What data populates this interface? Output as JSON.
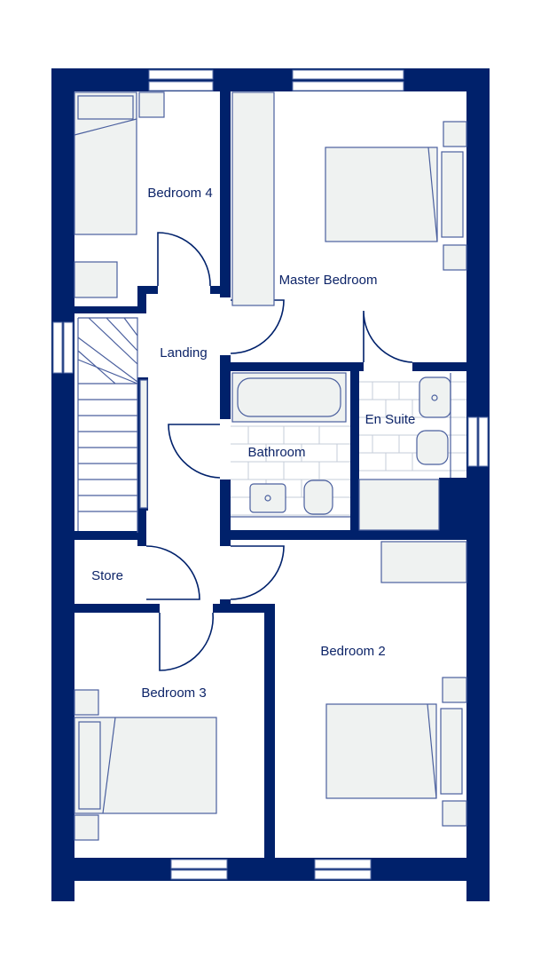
{
  "plan": {
    "wall_color": "#00216b",
    "rooms": {
      "bedroom4": "Bedroom 4",
      "master": "Master Bedroom",
      "landing": "Landing",
      "bathroom": "Bathroom",
      "ensuite": "En Suite",
      "store": "Store",
      "bedroom3": "Bedroom 3",
      "bedroom2": "Bedroom 2"
    }
  }
}
